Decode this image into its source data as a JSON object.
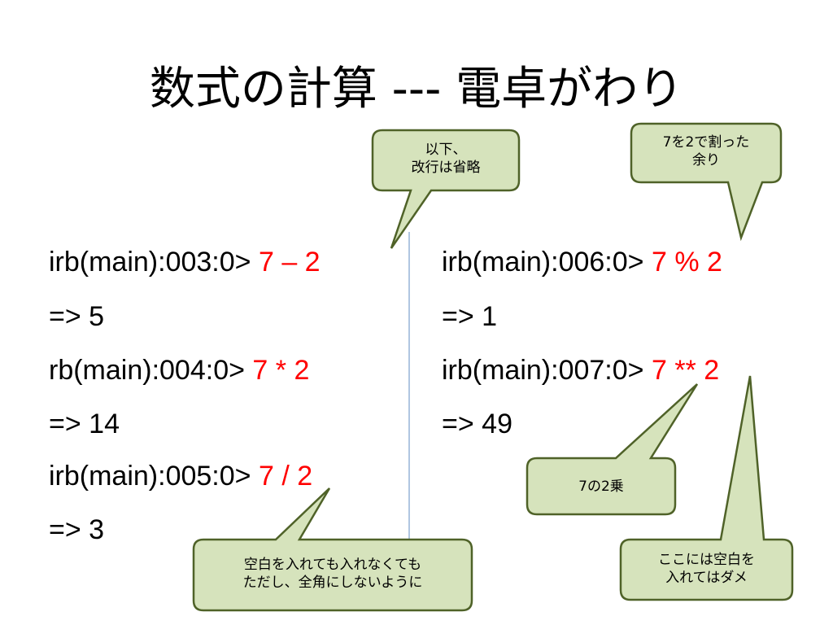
{
  "slide": {
    "title": "数式の計算 --- 電卓がわり",
    "left_column": [
      {
        "prompt": "irb(main):003:0> ",
        "expr": "7 – 2"
      },
      {
        "prompt": "=> 5",
        "expr": ""
      },
      {
        "prompt": "rb(main):004:0> ",
        "expr": "7 * 2"
      },
      {
        "prompt": "=> 14",
        "expr": ""
      },
      {
        "prompt": "irb(main):005:0> ",
        "expr": "7 / 2"
      },
      {
        "prompt": "=> 3",
        "expr": ""
      }
    ],
    "right_column": [
      {
        "prompt": "irb(main):006:0> ",
        "expr": "7 % 2"
      },
      {
        "prompt": "=> 1",
        "expr": ""
      },
      {
        "prompt": "irb(main):007:0> ",
        "expr": "7 ** 2"
      },
      {
        "prompt": "=> 49",
        "expr": ""
      }
    ],
    "callouts": {
      "omit_newline": {
        "line1": "以下、",
        "line2": "改行は省略"
      },
      "remainder": {
        "line1": "7を2で割った",
        "line2": "余り"
      },
      "square": {
        "line1": "7の2乗",
        "line2": ""
      },
      "spacing": {
        "line1": "空白を入れても入れなくても",
        "line2": "ただし、全角にしないように"
      },
      "no_space": {
        "line1": "ここには空白を",
        "line2": "入れてはダメ"
      }
    },
    "colors": {
      "expression": "#ff0000",
      "callout_fill": "#d6e3bc",
      "callout_border": "#4f6228",
      "divider": "#95b3d7"
    }
  }
}
